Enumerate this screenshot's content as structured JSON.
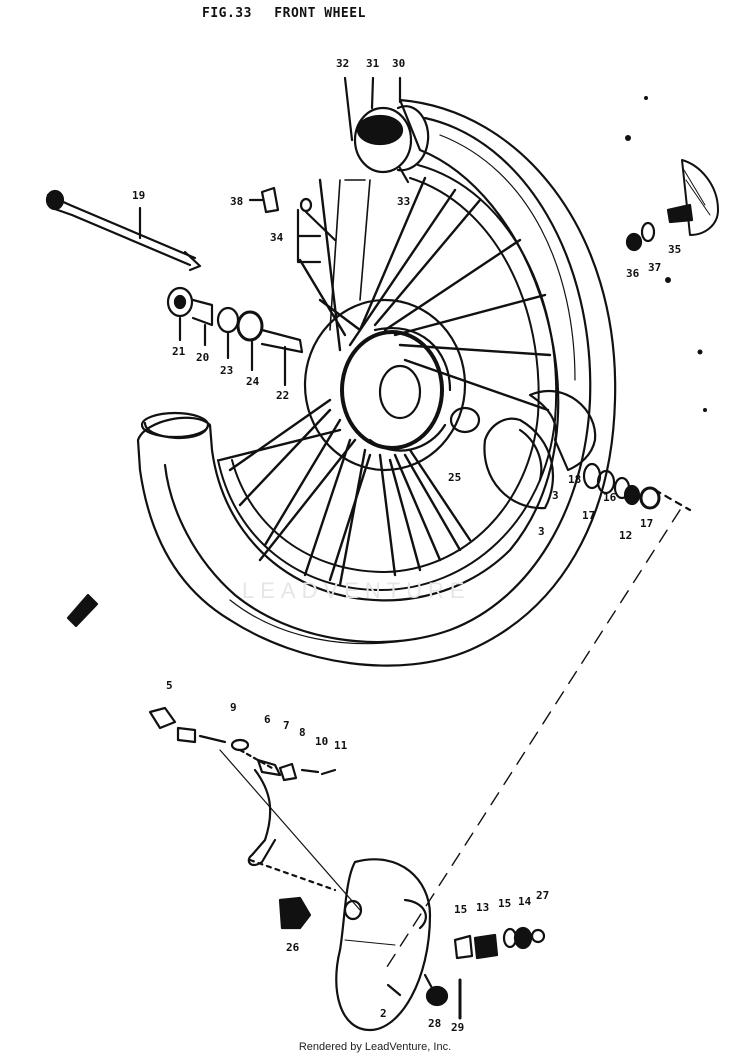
{
  "title": {
    "fig": "FIG.33",
    "name": "FRONT WHEEL"
  },
  "footer": "Rendered by LeadVenture, Inc.",
  "watermark": "LEADVENTURE",
  "callouts": {
    "p32": "32",
    "p31": "31",
    "p30": "30",
    "p33": "33",
    "p19": "19",
    "p38": "38",
    "p34": "34",
    "p36": "36",
    "p37": "37",
    "p35": "35",
    "p21": "21",
    "p20": "20",
    "p23": "23",
    "p24": "24",
    "p22": "22",
    "p25": "25",
    "p18": "18",
    "p3a": "3",
    "p3b": "3",
    "p17a": "17",
    "p16": "16",
    "p12": "12",
    "p17b": "17",
    "p5": "5",
    "p9": "9",
    "p6": "6",
    "p7": "7",
    "p8": "8",
    "p10": "10",
    "p11": "11",
    "p26": "26",
    "p15a": "15",
    "p13": "13",
    "p15b": "15",
    "p14": "14",
    "p27": "27",
    "p2": "2",
    "p28": "28",
    "p29": "29"
  }
}
